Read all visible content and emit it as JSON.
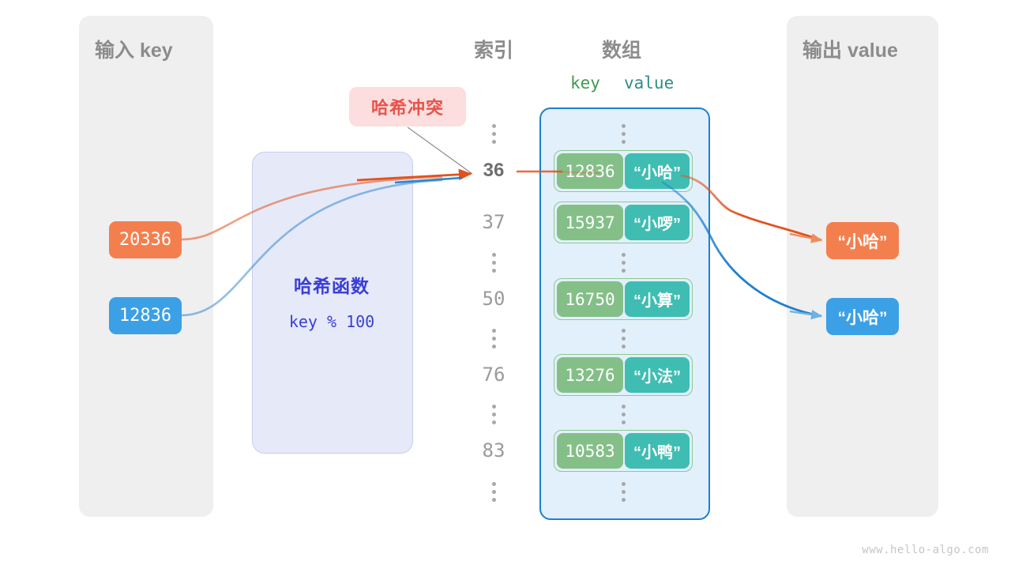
{
  "watermark": "www.hello-algo.com",
  "panels": {
    "input": {
      "title": "输入 key"
    },
    "output": {
      "title": "输出 value"
    }
  },
  "headers": {
    "index": "索引",
    "array": "数组",
    "key": "key",
    "value": "value"
  },
  "badge": {
    "collision": "哈希冲突"
  },
  "hash_function": {
    "label": "哈希函数",
    "expression": "key % 100"
  },
  "input_keys": [
    {
      "value": "20336",
      "color": "#f47f4e"
    },
    {
      "value": "12836",
      "color": "#3ba0e6"
    }
  ],
  "output_values": [
    {
      "value": "“小哈”",
      "color": "#f47f4e"
    },
    {
      "value": "“小哈”",
      "color": "#3ba0e6"
    }
  ],
  "index_column": [
    {
      "type": "dots"
    },
    {
      "type": "index",
      "label": "36",
      "active": true
    },
    {
      "type": "index",
      "label": "37",
      "active": false
    },
    {
      "type": "dots"
    },
    {
      "type": "index",
      "label": "50",
      "active": false
    },
    {
      "type": "dots"
    },
    {
      "type": "index",
      "label": "76",
      "active": false
    },
    {
      "type": "dots"
    },
    {
      "type": "index",
      "label": "83",
      "active": false
    },
    {
      "type": "dots"
    }
  ],
  "array_rows": [
    {
      "type": "dots"
    },
    {
      "type": "pair",
      "key": "12836",
      "value": "“小哈”"
    },
    {
      "type": "pair",
      "key": "15937",
      "value": "“小啰”"
    },
    {
      "type": "dots"
    },
    {
      "type": "pair",
      "key": "16750",
      "value": "“小算”"
    },
    {
      "type": "dots"
    },
    {
      "type": "pair",
      "key": "13276",
      "value": "“小法”"
    },
    {
      "type": "dots"
    },
    {
      "type": "pair",
      "key": "10583",
      "value": "“小鸭”"
    },
    {
      "type": "dots"
    }
  ],
  "colors": {
    "panel_bg": "#efefef",
    "array_bg": "#e2f0fb",
    "array_border": "#1f7fd0",
    "key_cell": "#84bf88",
    "value_cell": "#3fbdb3",
    "hash_box_bg": "#e6e9f8",
    "hash_text": "#3a3fd4",
    "collision_bg": "#fbdedd",
    "collision_text": "#e8524a",
    "wire_orange": "#e2521d",
    "wire_blue": "#1f7fd0",
    "title_gray": "#8c8c8c"
  }
}
